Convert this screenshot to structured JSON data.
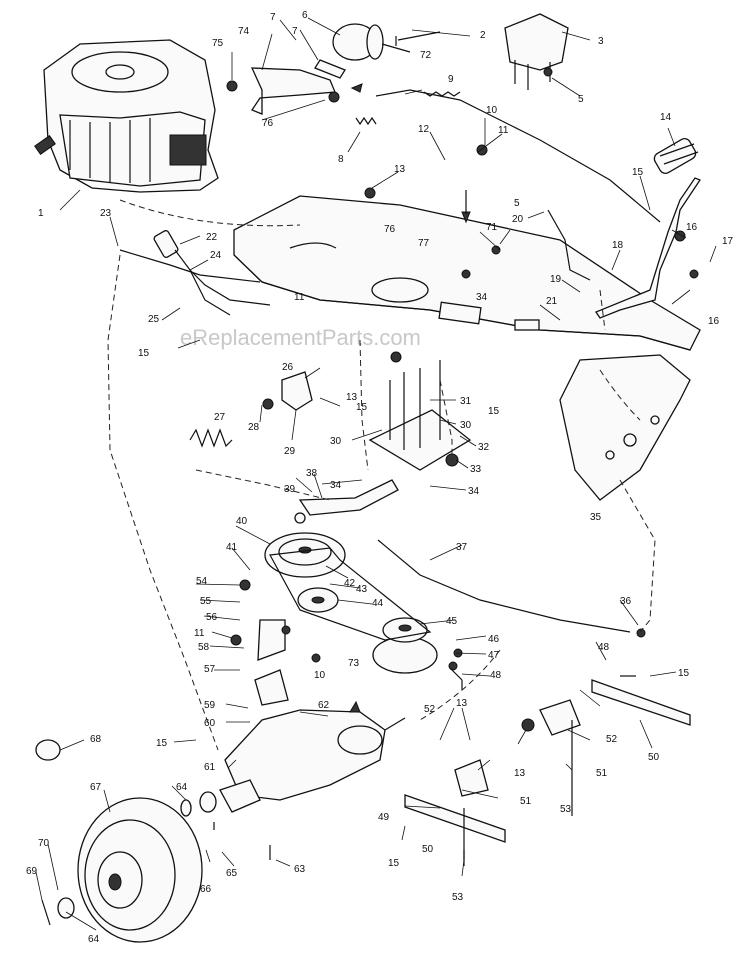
{
  "watermark": "eReplacementParts.com",
  "callouts": [
    {
      "id": "c1",
      "label": "1"
    },
    {
      "id": "c2",
      "label": "2"
    },
    {
      "id": "c3",
      "label": "3"
    },
    {
      "id": "c5a",
      "label": "5"
    },
    {
      "id": "c5b",
      "label": "5"
    },
    {
      "id": "c6",
      "label": "6"
    },
    {
      "id": "c7a",
      "label": "7"
    },
    {
      "id": "c7b",
      "label": "7"
    },
    {
      "id": "c8",
      "label": "8"
    },
    {
      "id": "c9",
      "label": "9"
    },
    {
      "id": "c10a",
      "label": "10"
    },
    {
      "id": "c10b",
      "label": "10"
    },
    {
      "id": "c11a",
      "label": "11"
    },
    {
      "id": "c11b",
      "label": "11"
    },
    {
      "id": "c11c",
      "label": "11"
    },
    {
      "id": "c12",
      "label": "12"
    },
    {
      "id": "c13a",
      "label": "13"
    },
    {
      "id": "c13b",
      "label": "13"
    },
    {
      "id": "c13c",
      "label": "13"
    },
    {
      "id": "c13d",
      "label": "13"
    },
    {
      "id": "c14",
      "label": "14"
    },
    {
      "id": "c15a",
      "label": "15"
    },
    {
      "id": "c15b",
      "label": "15"
    },
    {
      "id": "c15c",
      "label": "15"
    },
    {
      "id": "c15d",
      "label": "15"
    },
    {
      "id": "c15e",
      "label": "15"
    },
    {
      "id": "c15f",
      "label": "15"
    },
    {
      "id": "c15g",
      "label": "15"
    },
    {
      "id": "c16a",
      "label": "16"
    },
    {
      "id": "c16b",
      "label": "16"
    },
    {
      "id": "c17",
      "label": "17"
    },
    {
      "id": "c18",
      "label": "18"
    },
    {
      "id": "c19",
      "label": "19"
    },
    {
      "id": "c20",
      "label": "20"
    },
    {
      "id": "c21",
      "label": "21"
    },
    {
      "id": "c22",
      "label": "22"
    },
    {
      "id": "c23",
      "label": "23"
    },
    {
      "id": "c24",
      "label": "24"
    },
    {
      "id": "c25",
      "label": "25"
    },
    {
      "id": "c26",
      "label": "26"
    },
    {
      "id": "c27",
      "label": "27"
    },
    {
      "id": "c28",
      "label": "28"
    },
    {
      "id": "c29",
      "label": "29"
    },
    {
      "id": "c30a",
      "label": "30"
    },
    {
      "id": "c30b",
      "label": "30"
    },
    {
      "id": "c31",
      "label": "31"
    },
    {
      "id": "c32",
      "label": "32"
    },
    {
      "id": "c33",
      "label": "33"
    },
    {
      "id": "c34a",
      "label": "34"
    },
    {
      "id": "c34b",
      "label": "34"
    },
    {
      "id": "c34c",
      "label": "34"
    },
    {
      "id": "c35",
      "label": "35"
    },
    {
      "id": "c36",
      "label": "36"
    },
    {
      "id": "c37",
      "label": "37"
    },
    {
      "id": "c38",
      "label": "38"
    },
    {
      "id": "c39",
      "label": "39"
    },
    {
      "id": "c40",
      "label": "40"
    },
    {
      "id": "c41",
      "label": "41"
    },
    {
      "id": "c42",
      "label": "42"
    },
    {
      "id": "c43",
      "label": "43"
    },
    {
      "id": "c44",
      "label": "44"
    },
    {
      "id": "c45",
      "label": "45"
    },
    {
      "id": "c46",
      "label": "46"
    },
    {
      "id": "c47",
      "label": "47"
    },
    {
      "id": "c48a",
      "label": "48"
    },
    {
      "id": "c48b",
      "label": "48"
    },
    {
      "id": "c49",
      "label": "49"
    },
    {
      "id": "c50a",
      "label": "50"
    },
    {
      "id": "c50b",
      "label": "50"
    },
    {
      "id": "c51a",
      "label": "51"
    },
    {
      "id": "c51b",
      "label": "51"
    },
    {
      "id": "c52a",
      "label": "52"
    },
    {
      "id": "c52b",
      "label": "52"
    },
    {
      "id": "c53a",
      "label": "53"
    },
    {
      "id": "c53b",
      "label": "53"
    },
    {
      "id": "c54",
      "label": "54"
    },
    {
      "id": "c55",
      "label": "55"
    },
    {
      "id": "c56",
      "label": "56"
    },
    {
      "id": "c57",
      "label": "57"
    },
    {
      "id": "c58",
      "label": "58"
    },
    {
      "id": "c59",
      "label": "59"
    },
    {
      "id": "c60",
      "label": "60"
    },
    {
      "id": "c61",
      "label": "61"
    },
    {
      "id": "c62",
      "label": "62"
    },
    {
      "id": "c63",
      "label": "63"
    },
    {
      "id": "c64a",
      "label": "64"
    },
    {
      "id": "c64b",
      "label": "64"
    },
    {
      "id": "c65",
      "label": "65"
    },
    {
      "id": "c66",
      "label": "66"
    },
    {
      "id": "c67",
      "label": "67"
    },
    {
      "id": "c68",
      "label": "68"
    },
    {
      "id": "c69",
      "label": "69"
    },
    {
      "id": "c70",
      "label": "70"
    },
    {
      "id": "c71",
      "label": "71"
    },
    {
      "id": "c72",
      "label": "72"
    },
    {
      "id": "c73",
      "label": "73"
    },
    {
      "id": "c74",
      "label": "74"
    },
    {
      "id": "c75",
      "label": "75"
    },
    {
      "id": "c76a",
      "label": "76"
    },
    {
      "id": "c76b",
      "label": "76"
    },
    {
      "id": "c77",
      "label": "77"
    }
  ]
}
